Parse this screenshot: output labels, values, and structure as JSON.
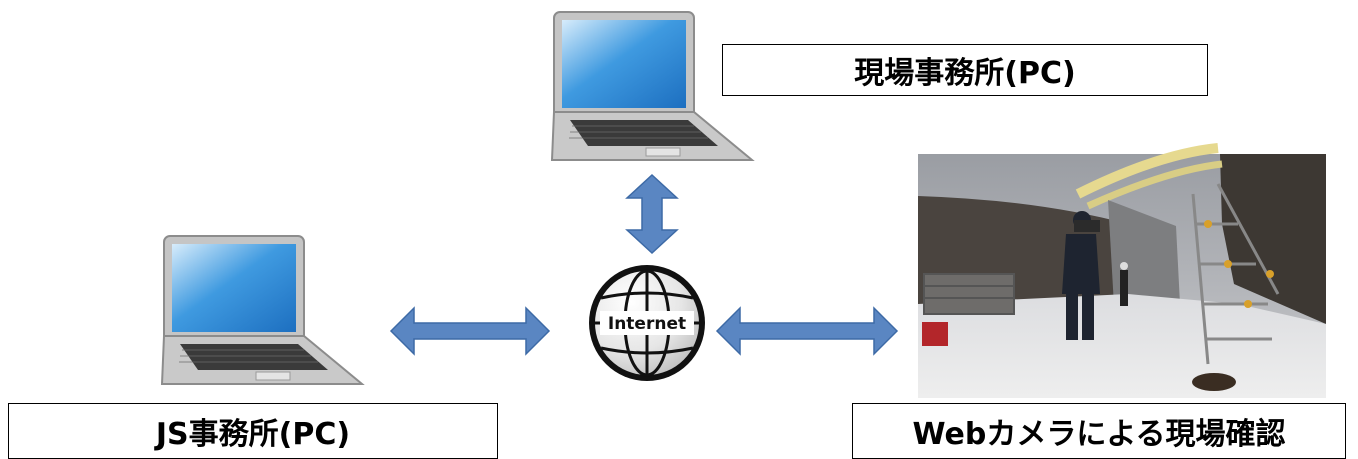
{
  "nodes": {
    "site_office": {
      "label": "現場事務所(PC)"
    },
    "js_office": {
      "label": "JS事務所(PC)"
    },
    "webcam": {
      "label": "Webカメラによる現場確認"
    },
    "internet": {
      "label": "Internet"
    }
  },
  "colors": {
    "arrow_fill": "#5a86c2",
    "arrow_stroke": "#3d6aa6",
    "laptop_body": "#b9b9b9",
    "laptop_frame": "#8c8c8c",
    "screen": "#2a86d4"
  }
}
